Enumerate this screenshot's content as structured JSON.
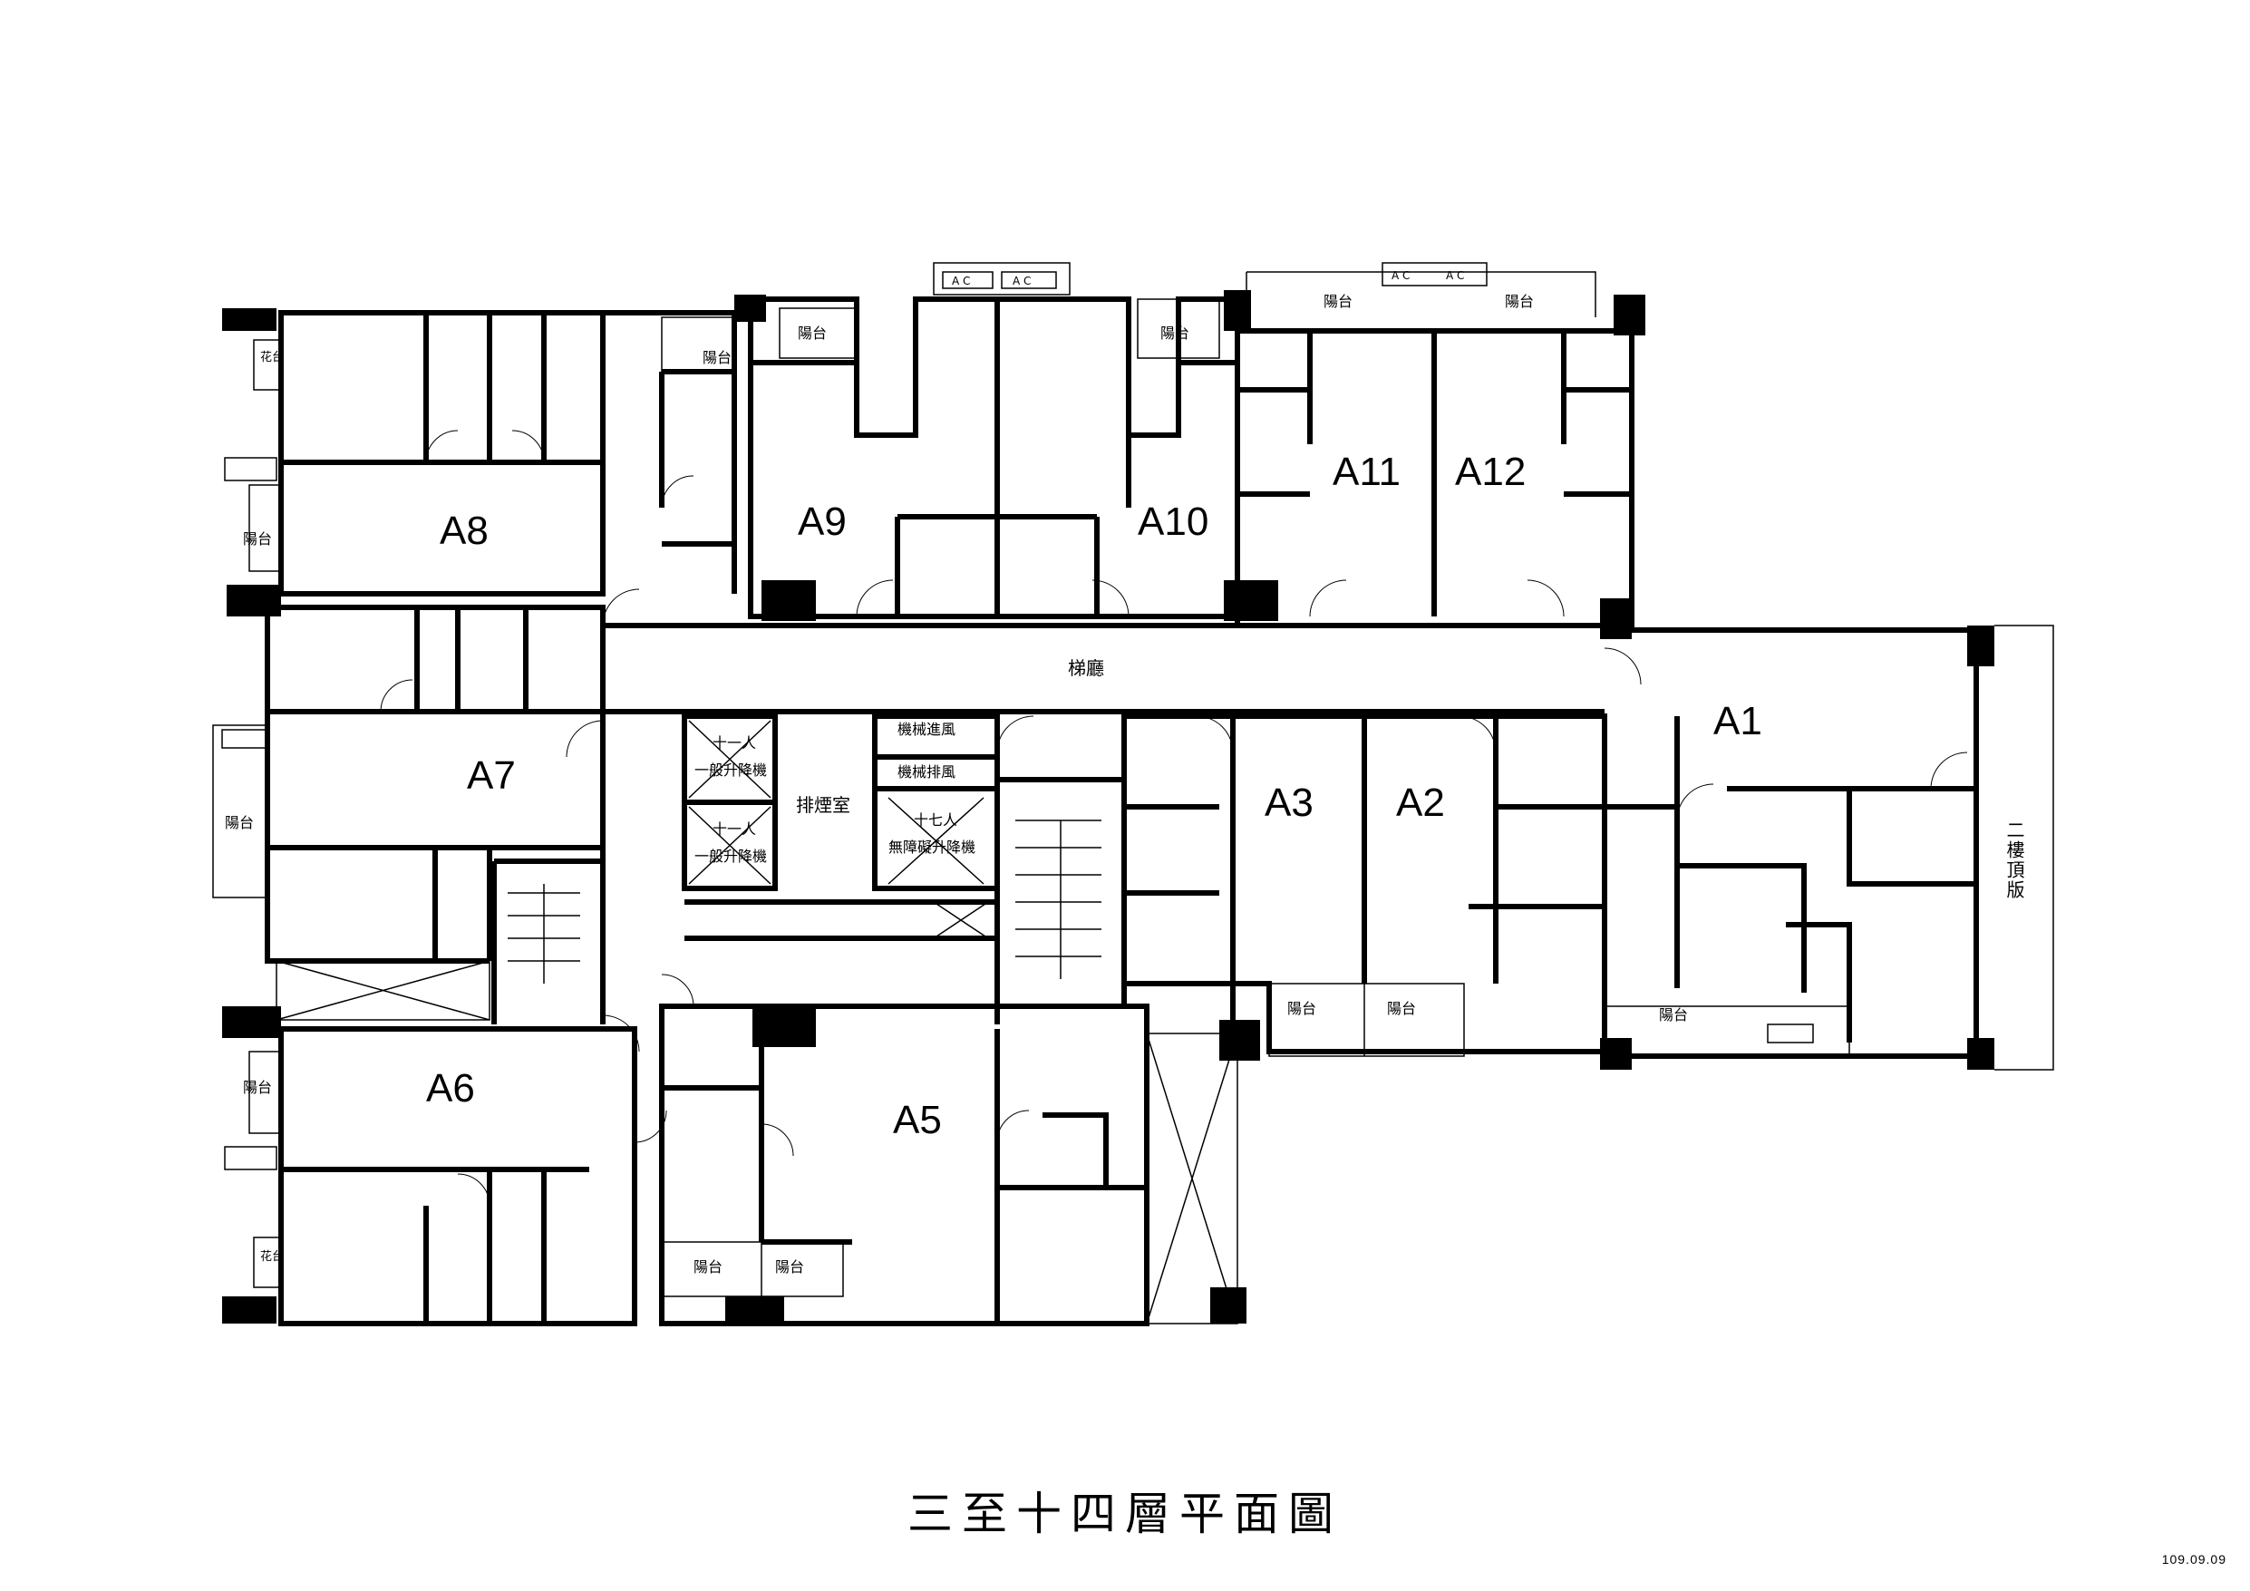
{
  "title": "三至十四層平面圖",
  "date": "109.09.09",
  "units": {
    "a1": "A1",
    "a2": "A2",
    "a3": "A3",
    "a5": "A5",
    "a6": "A6",
    "a7": "A7",
    "a8": "A8",
    "a9": "A9",
    "a10": "A10",
    "a11": "A11",
    "a12": "A12"
  },
  "rooms": {
    "lobby": "梯廳",
    "smoke": "排煙室",
    "roof": "二樓頂版",
    "balcony": "陽台",
    "planter": "花台",
    "ac": "A C",
    "mech_in": "機械進風",
    "mech_out": "機械排風",
    "elev_g_cap": "十一人",
    "elev_g": "一般升降機",
    "elev_a_cap": "十七人",
    "elev_a": "無障礙升降機"
  }
}
